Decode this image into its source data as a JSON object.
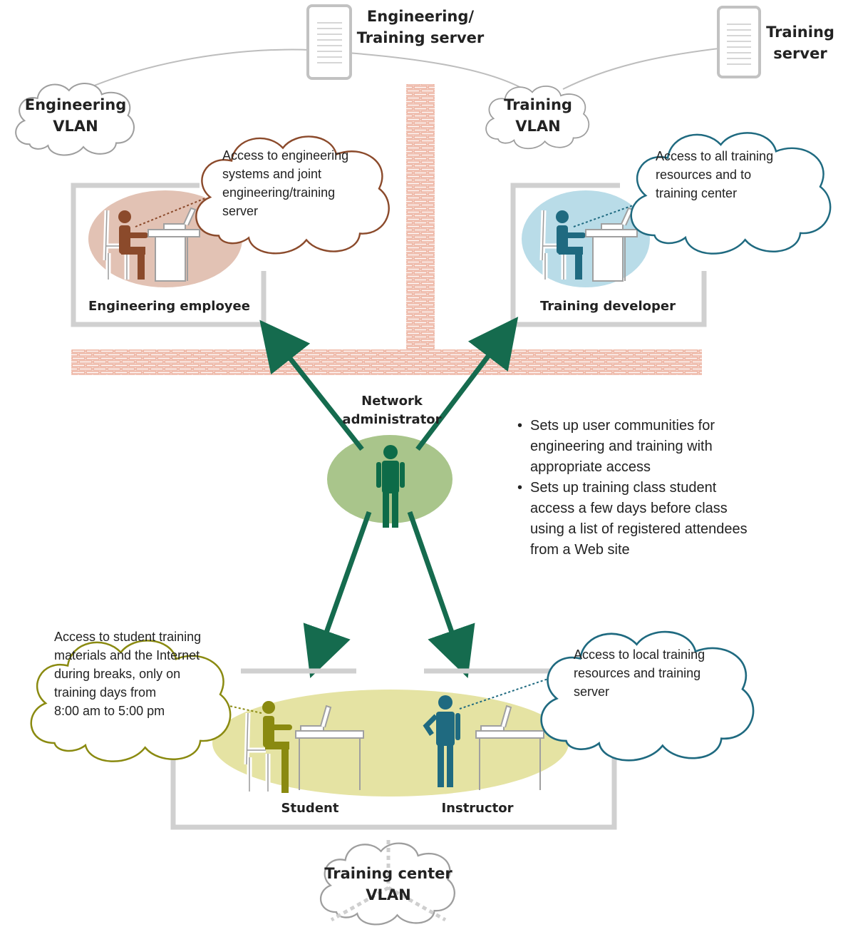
{
  "servers": {
    "engineering_training": "Engineering/\nTraining server",
    "training": "Training\nserver"
  },
  "vlans": {
    "engineering": "Engineering\nVLAN",
    "training": "Training\nVLAN",
    "training_center": "Training center\nVLAN"
  },
  "roles": {
    "engineering_employee": "Engineering employee",
    "training_developer": "Training developer",
    "network_administrator": "Network\nadministrator",
    "student": "Student",
    "instructor": "Instructor"
  },
  "callouts": {
    "engineering_employee": "Access to engineering\nsystems and joint\nengineering/training\nserver",
    "training_developer": "Access to all training\nresources and to\ntraining center",
    "student": "Access to student training\nmaterials and the Internet\nduring breaks, only on\ntraining days from\n8:00 am to 5:00 pm",
    "instructor": "Access to local training\nresources and training\nserver"
  },
  "admin_tasks": [
    "Sets up user communities for\nengineering and training with\nappropriate access",
    "Sets up training class student\naccess a few days before class\nusing a list of registered attendees\nfrom a Web site"
  ],
  "colors": {
    "brick": "#e8a08a",
    "engineering": "#8b4a2b",
    "engineering_fill": "#e2c2b4",
    "developer": "#1f6a80",
    "developer_fill": "#b9dce8",
    "admin": "#0d6b48",
    "admin_fill": "#a9c58b",
    "student": "#8a8a10",
    "student_fill": "#e5e3a3",
    "arrow": "#156b4e",
    "room": "#d0d0d0"
  }
}
